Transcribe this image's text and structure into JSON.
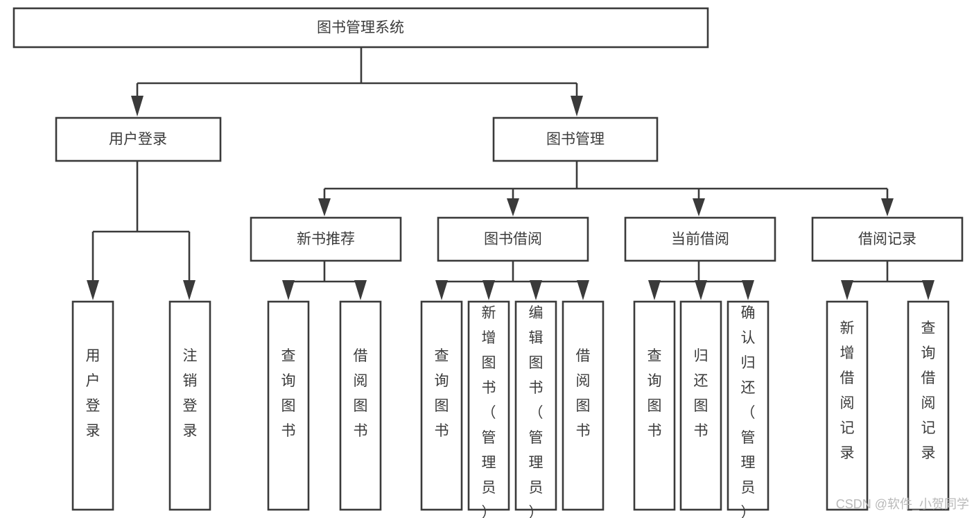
{
  "diagram": {
    "title": "图书管理系统",
    "type": "tree-hierarchy",
    "orientation": "top-down",
    "root": {
      "id": "root",
      "label": "图书管理系统",
      "level": 0
    },
    "level1": [
      {
        "id": "user-login",
        "label": "用户登录"
      },
      {
        "id": "book-manage",
        "label": "图书管理"
      }
    ],
    "level2": [
      {
        "id": "new-book-recommend",
        "label": "新书推荐",
        "parent": "book-manage"
      },
      {
        "id": "book-borrow",
        "label": "图书借阅",
        "parent": "book-manage"
      },
      {
        "id": "current-borrow",
        "label": "当前借阅",
        "parent": "book-manage"
      },
      {
        "id": "borrow-record",
        "label": "借阅记录",
        "parent": "book-manage"
      }
    ],
    "leaves": [
      {
        "id": "leaf-user-login",
        "label": "用户登录",
        "parent": "user-login"
      },
      {
        "id": "leaf-logout-login",
        "label": "注销登录",
        "parent": "user-login"
      },
      {
        "id": "leaf-query-book-1",
        "label": "查询图书",
        "parent": "new-book-recommend"
      },
      {
        "id": "leaf-borrow-book-1",
        "label": "借阅图书",
        "parent": "new-book-recommend"
      },
      {
        "id": "leaf-query-book-2",
        "label": "查询图书",
        "parent": "book-borrow"
      },
      {
        "id": "leaf-add-book",
        "label": "新增图书（管理员）",
        "parent": "book-borrow"
      },
      {
        "id": "leaf-edit-book",
        "label": "编辑图书（管理员）",
        "parent": "book-borrow"
      },
      {
        "id": "leaf-borrow-book-2",
        "label": "借阅图书",
        "parent": "book-borrow"
      },
      {
        "id": "leaf-query-book-3",
        "label": "查询图书",
        "parent": "current-borrow"
      },
      {
        "id": "leaf-return-book",
        "label": "归还图书",
        "parent": "current-borrow"
      },
      {
        "id": "leaf-confirm-return",
        "label": "确认归还（管理员）",
        "parent": "current-borrow"
      },
      {
        "id": "leaf-add-record",
        "label": "新增借阅记录",
        "parent": "borrow-record"
      },
      {
        "id": "leaf-query-record",
        "label": "查询借阅记录",
        "parent": "borrow-record"
      }
    ],
    "colors": {
      "stroke": "#3a3a3a",
      "box_fill": "#ffffff",
      "text": "#3b3b3b",
      "background": "#ffffff",
      "watermark": "#b9b9b9"
    }
  },
  "watermark": {
    "text": "CSDN @软件_小贺同学"
  }
}
